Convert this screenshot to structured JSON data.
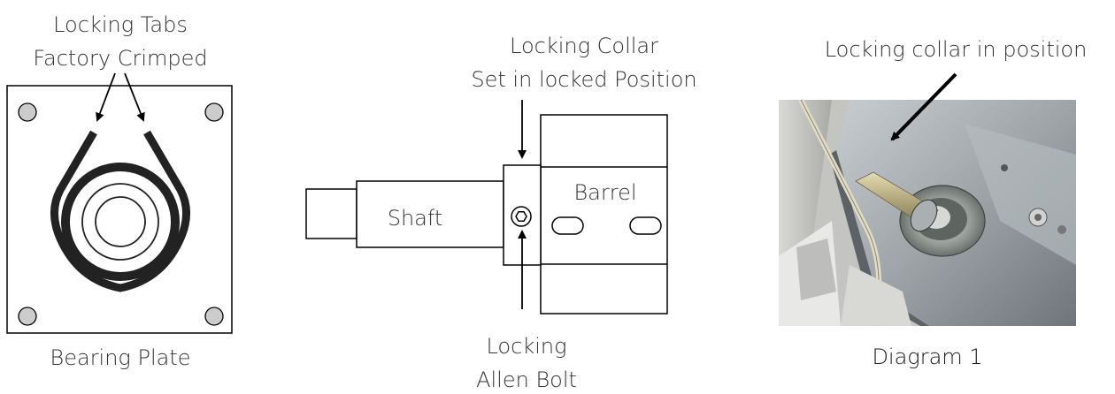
{
  "bearing_plate": {
    "tabs_label_line1": "Locking Tabs",
    "tabs_label_line2": "Factory Crimped",
    "plate_label": "Bearing Plate"
  },
  "assembly": {
    "collar_label_line1": "Locking Collar",
    "collar_label_line2": "Set in locked Position",
    "barrel_label": "Barrel",
    "shaft_label": "Shaft",
    "bolt_label_line1": "Locking",
    "bolt_label_line2": "Allen Bolt"
  },
  "photo": {
    "callout_label": "Locking collar in position",
    "caption": "Diagram 1"
  },
  "colors": {
    "line": "#000000",
    "text": "#333333",
    "hole_fill": "#cccccc",
    "photo_gray": "#b8b8b8",
    "photo_metal": "#9aa0a4"
  }
}
